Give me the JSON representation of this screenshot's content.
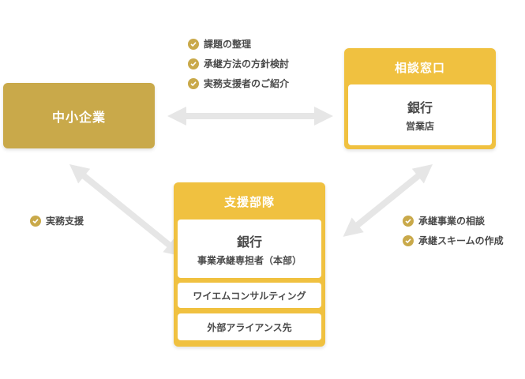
{
  "sme": {
    "label": "中小企業"
  },
  "consult": {
    "title": "相談窓口",
    "bank": "銀行",
    "branch": "営業店"
  },
  "support": {
    "title": "支援部隊",
    "bank": "銀行",
    "bank_role": "事業承継専担者（本部）",
    "consulting": "ワイエムコンサルティング",
    "partners": "外部アライアンス先"
  },
  "top_items": [
    "課題の整理",
    "承継方法の方針検討",
    "実務支援者のご紹介"
  ],
  "left_items": [
    "実務支援"
  ],
  "right_items": [
    "承継事業の相談",
    "承継スキームの作成"
  ],
  "colors": {
    "sme": "#c9a94a",
    "box": "#f0c140",
    "check": "#c9a94a",
    "arrow": "#e6e6e6"
  }
}
